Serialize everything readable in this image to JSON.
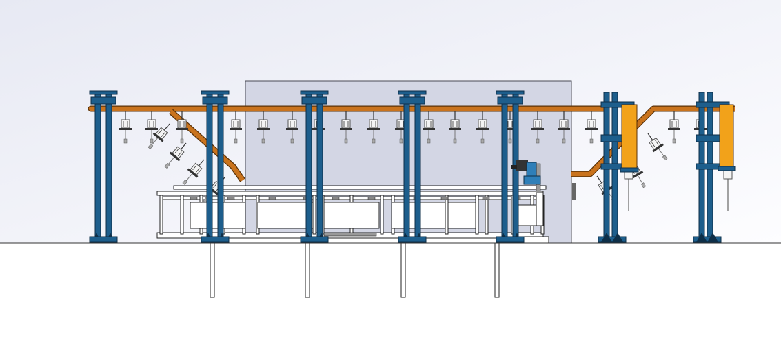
{
  "scene": {
    "kind": "cad-elevation-view",
    "subject": "overhead-conveyor-with-hangers-over-tank-line",
    "colors": {
      "sky_top": "#e7e9f3",
      "sky_bottom": "#fdfdff",
      "ground": "#ffffff",
      "ground_line": "#333333",
      "column": "#1d5e8c",
      "column_edge": "#0e2f48",
      "rail": "#c9731d",
      "rail_edge": "#5a3208",
      "accent_block": "#f2a21a",
      "backdrop_panel": "#d3d6e4",
      "backdrop_edge": "#4a4a55",
      "frame": "#ffffff",
      "frame_edge": "#222222",
      "hanger": "#555555",
      "motor": "#2f7fb8"
    },
    "parts": [
      "support-column",
      "overhead-rail",
      "carrier-hanger",
      "drive-motor",
      "orange-guard-block",
      "process-tank-frame",
      "tank-legs",
      "backdrop-panel"
    ]
  }
}
